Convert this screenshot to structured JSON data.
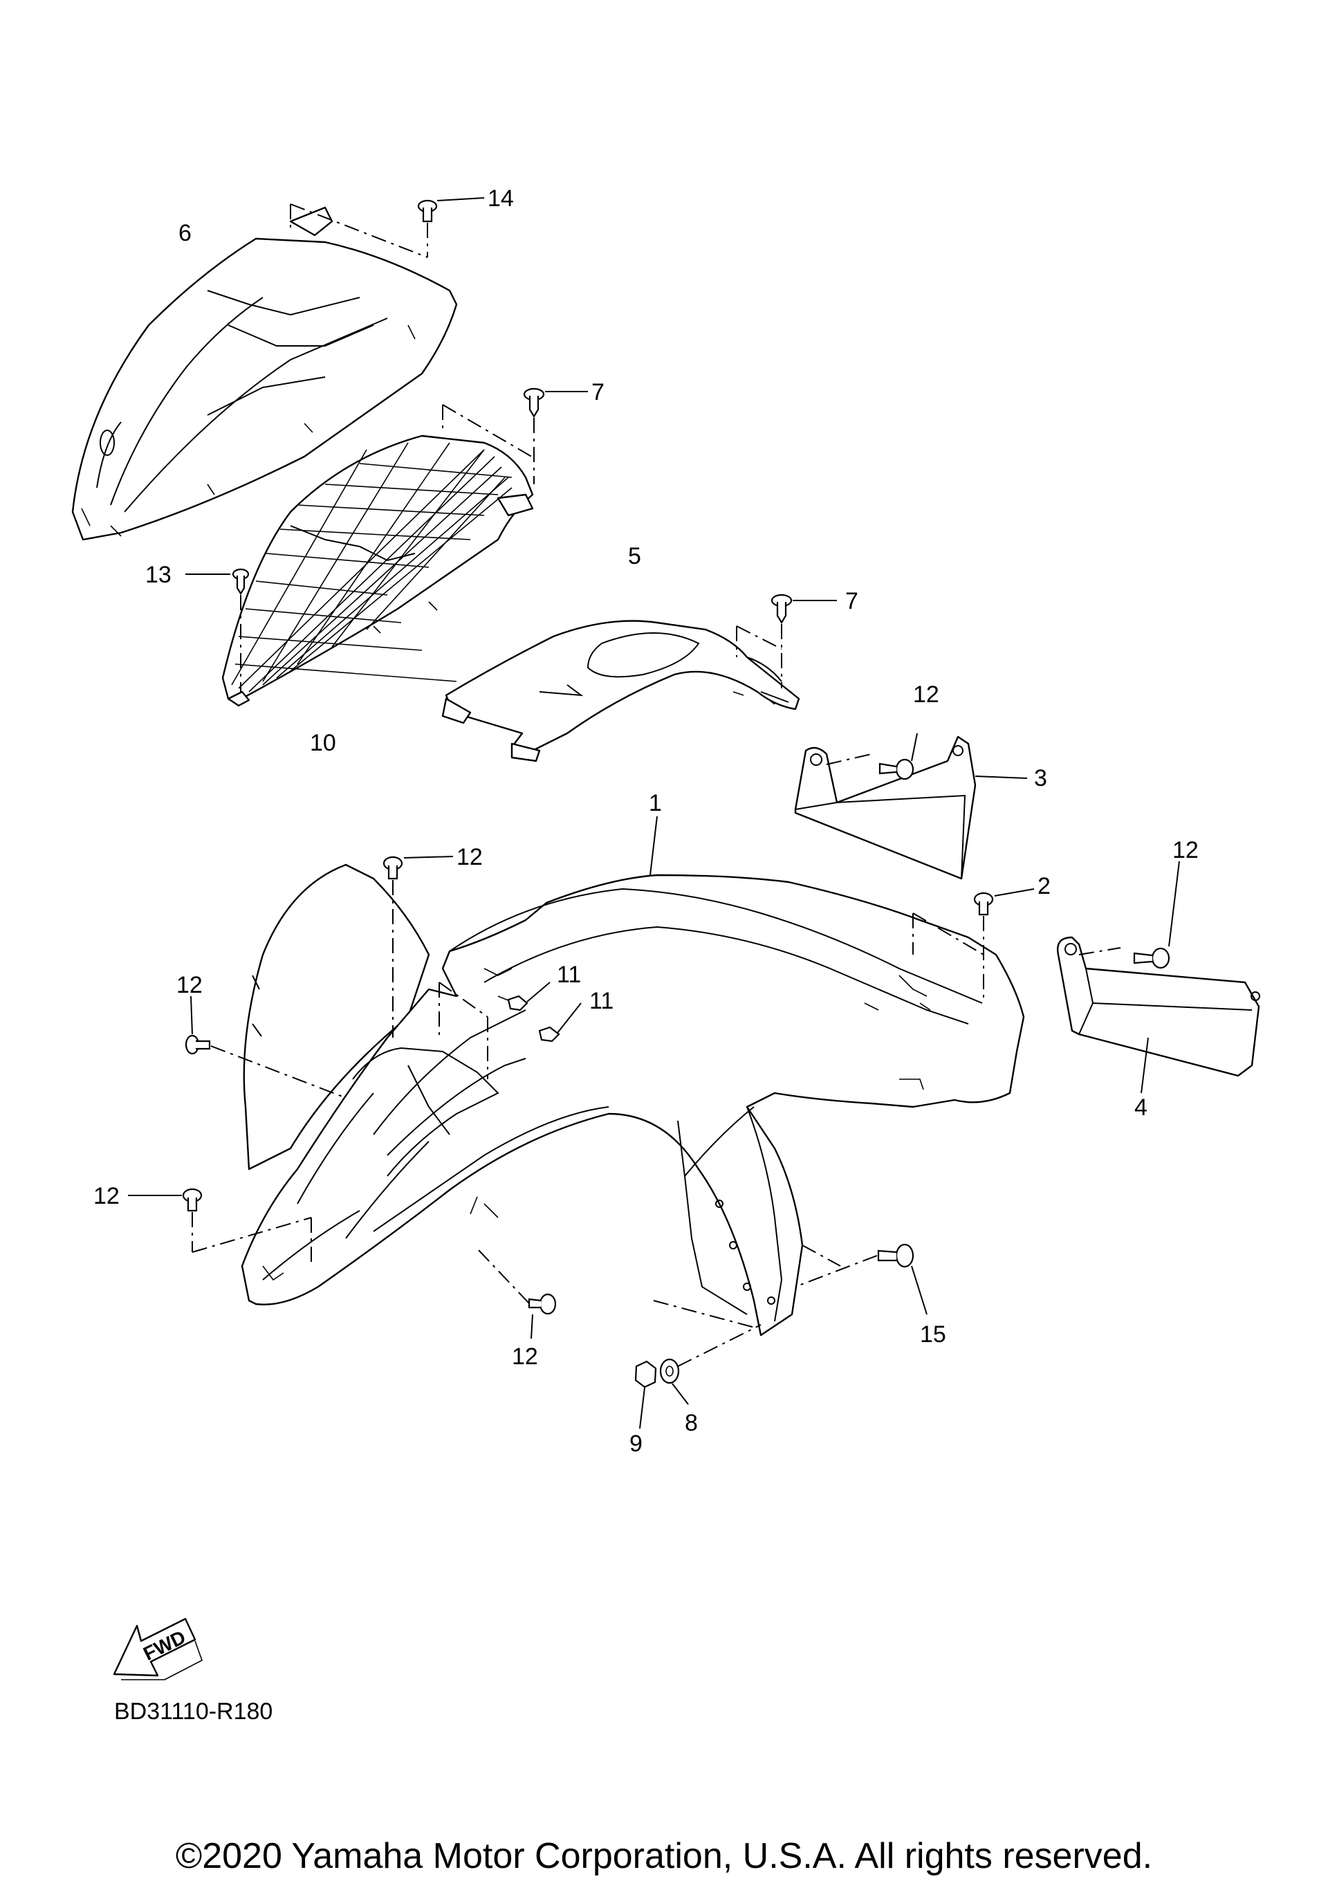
{
  "diagram": {
    "callouts": [
      "1",
      "2",
      "3",
      "4",
      "5",
      "6",
      "7",
      "7",
      "8",
      "9",
      "10",
      "11",
      "11",
      "12",
      "12",
      "12",
      "12",
      "12",
      "12",
      "13",
      "14",
      "15"
    ],
    "fwd_label": "FWD",
    "diagram_code": "BD31110-R180",
    "copyright": "©2020 Yamaha Motor Corporation, U.S.A. All rights reserved."
  }
}
